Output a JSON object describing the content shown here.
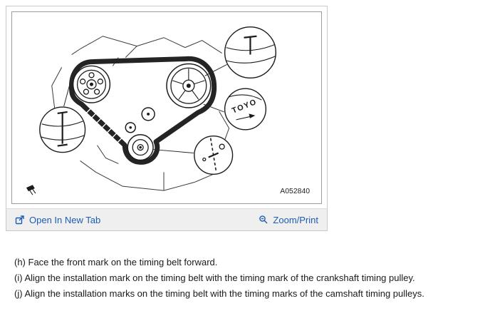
{
  "figure": {
    "code": "A052840",
    "toyo_text": "TOYO",
    "open_link_label": "Open In New Tab",
    "zoom_link_label": "Zoom/Print"
  },
  "instructions": [
    "(h) Face the front mark on the timing belt forward.",
    "(i) Align the installation mark on the timing belt with the timing mark of the crankshaft timing pulley.",
    "(j) Align the installation marks on the timing belt with the timing marks of the camshaft timing pulleys."
  ],
  "colors": {
    "link": "#1d5cb4",
    "panel_border": "#c9c9c9",
    "frame_border": "#9b9b9b",
    "toolbar_bg": "#efefef",
    "ink": "#1c1c1c",
    "text": "#1a1a1a"
  }
}
